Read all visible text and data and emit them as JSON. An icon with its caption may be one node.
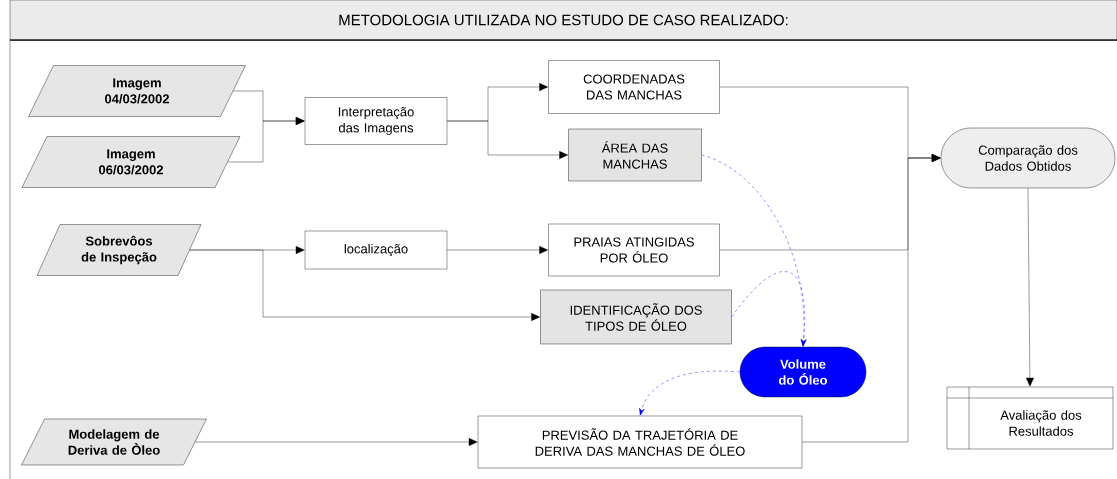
{
  "diagram": {
    "title": "METODOLOGIA UTILIZADA NO ESTUDO DE CASO REALIZADO:",
    "nodes": [
      {
        "text": [
          "Imagem 04/03/2002"
        ]
      },
      {
        "text": [
          "Imagem 06/03/2002"
        ]
      },
      {
        "text": [
          "Sobrevôos de Inspeção"
        ]
      },
      {
        "text": [
          "Modelagem de Deriva de Òleo"
        ]
      },
      {
        "text": [
          "Interpretação das Imagens"
        ]
      },
      {
        "text": [
          "localização"
        ]
      },
      {
        "text": [
          "COORDENADAS DAS MANCHAS"
        ]
      },
      {
        "text": [
          "ÁREA DAS MANCHAS"
        ]
      },
      {
        "text": [
          "PRAIAS ATINGIDAS POR ÓLEO"
        ]
      },
      {
        "text": [
          "IDENTIFICAÇÃO DOS TIPOS DE ÓLEO"
        ]
      },
      {
        "text": [
          "Volume do Óleo"
        ]
      },
      {
        "text": [
          "PREVISÃO DA TRAJETÓRIA DE DERIVA DAS MANCHAS DE ÓLEO"
        ]
      },
      {
        "text": [
          "Comparação dos Dados Obtidos"
        ]
      },
      {
        "text": [
          "Avaliação dos Resultados"
        ]
      }
    ],
    "edges": [
      {
        "from": 0,
        "to": 4,
        "arrow": "to"
      },
      {
        "from": 1,
        "to": 4,
        "arrow": "to"
      },
      {
        "from": 4,
        "to": 6,
        "arrow": "to"
      },
      {
        "from": 4,
        "to": 7,
        "arrow": "to"
      },
      {
        "from": 2,
        "to": 5,
        "arrow": "to"
      },
      {
        "from": 2,
        "to": 9,
        "arrow": "to"
      },
      {
        "from": 5,
        "to": 8,
        "arrow": "to"
      },
      {
        "from": 6,
        "to": 12,
        "arrow": "to"
      },
      {
        "from": 8,
        "to": 12,
        "arrow": "to"
      },
      {
        "from": 11,
        "to": 12,
        "arrow": "to"
      },
      {
        "from": 12,
        "to": 13,
        "arrow": "to"
      },
      {
        "from": 3,
        "to": 11,
        "arrow": "to"
      },
      {
        "from": 7,
        "to": 10,
        "arrow": "to",
        "style": "dashed",
        "color": "#0000ff"
      },
      {
        "from": 9,
        "to": 10,
        "arrow": "to",
        "style": "dashed",
        "color": "#0000ff"
      },
      {
        "from": 10,
        "to": 11,
        "arrow": "to",
        "style": "dashed",
        "color": "#0000ff"
      }
    ]
  }
}
